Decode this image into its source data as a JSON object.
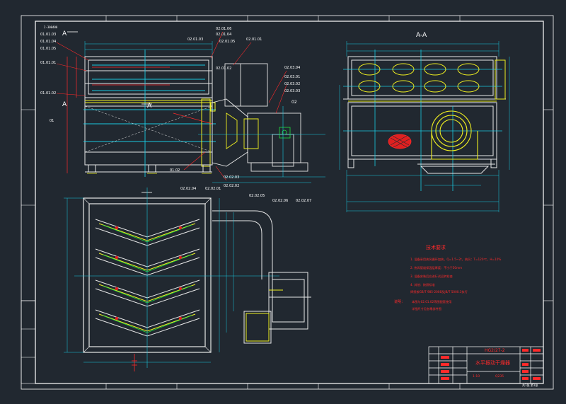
{
  "colors": {
    "background": "#212830",
    "frame": "#ffffff",
    "outline": "#e8e8e8",
    "cyan": "#19c8e0",
    "yellow": "#f0f020",
    "red": "#ff2a2a",
    "green": "#20e040",
    "white": "#ffffff"
  },
  "drawing_code": "2-300400",
  "section_title": "A-A",
  "section_arrows": [
    "A",
    "A",
    "A"
  ],
  "part_labels_left": [
    "01.01.03",
    "01.01.04",
    "01.01.05",
    "01.01.01",
    "01.01.02",
    "01"
  ],
  "part_labels_top": [
    "02.01.06",
    "02.01.04",
    "02.01.03",
    "02.01.05",
    "02.01.01",
    "02.01.02"
  ],
  "part_labels_right": [
    "02.03.04",
    "02.03.01",
    "02.03.02",
    "02.03.03",
    "02"
  ],
  "part_labels_bottom": [
    "01.02",
    "02.02.03",
    "02.02.04",
    "02.02.01",
    "02.02.02",
    "02.02.05",
    "02.02.06",
    "02.02.07"
  ],
  "tech_title": "技术要求",
  "tech_notes": [
    "1. 设备采用热风循环加热，Q=1.5~2t，热风：T=120℃，H=10%",
    "2. 热风管道保温层厚度：不小于50mm",
    "3. 设备安装后应进行试运转检查",
    "4. 其他：按照标准",
    "   焊接按GB/T 985-2008及JB/T 5000.3执行"
  ],
  "note_label": "说明：",
  "note_lines": [
    "本图与02.01.02等图配套使用",
    "详细尺寸见各零部件图"
  ],
  "title_block": {
    "drawing_number": "HG2/27-2",
    "title": "水平振动干燥器",
    "scale": "1:10",
    "material": "Q235",
    "sheet": "共1张 第1张"
  }
}
